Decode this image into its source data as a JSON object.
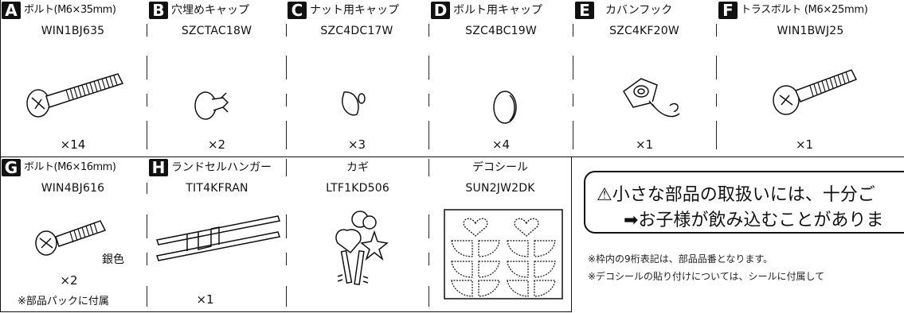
{
  "parts_top": [
    {
      "letter": "A",
      "name": "ボルト(M6×35mm)",
      "code": "WIN1BJ635",
      "qty": "×14",
      "icon": "long-bolt-icon"
    },
    {
      "letter": "B",
      "name": "穴埋めキャップ",
      "code": "SZCTAC18W",
      "qty": "×2",
      "icon": "hole-cap-icon"
    },
    {
      "letter": "C",
      "name": "ナット用キャップ",
      "code": "SZC4DC17W",
      "qty": "×3",
      "icon": "nut-cap-icon"
    },
    {
      "letter": "D",
      "name": "ボルト用キャップ",
      "code": "SZC4BC19W",
      "qty": "×4",
      "icon": "bolt-cap-icon"
    },
    {
      "letter": "E",
      "name": "カバンフック",
      "code": "SZC4KF20W",
      "qty": "×1",
      "icon": "bag-hook-icon"
    },
    {
      "letter": "F",
      "name": "トラスボルト (M6×25mm)",
      "code": "WIN1BWJ25",
      "qty": "×1",
      "icon": "truss-bolt-icon"
    }
  ],
  "parts_bottom": [
    {
      "letter": "G",
      "name": "ボルト(M6×16mm)",
      "code": "WIN4BJ616",
      "qty": "×2",
      "icon": "short-bolt-icon",
      "color_note": "銀色",
      "extra_note": "※部品パックに付属"
    },
    {
      "letter": "H",
      "name": "ランドセルハンガー",
      "code": "TIT4KFRAN",
      "qty": "×1",
      "icon": "hanger-icon"
    },
    {
      "letter": "",
      "name": "カギ",
      "code": "LTF1KD506",
      "qty": "",
      "icon": "keys-icon"
    },
    {
      "letter": "",
      "name": "デコシール",
      "code": "SUN2JW2DK",
      "qty": "",
      "icon": "deco-sticker-icon"
    }
  ],
  "warning": {
    "line1": "⚠小さな部品の取扱いには、十分ご",
    "line2": "➡お子様が飲み込むことがありま"
  },
  "notes": [
    "※枠内の9桁表記は、部品品番となります。",
    "※デコシールの貼り付けについては、シールに付属して"
  ]
}
